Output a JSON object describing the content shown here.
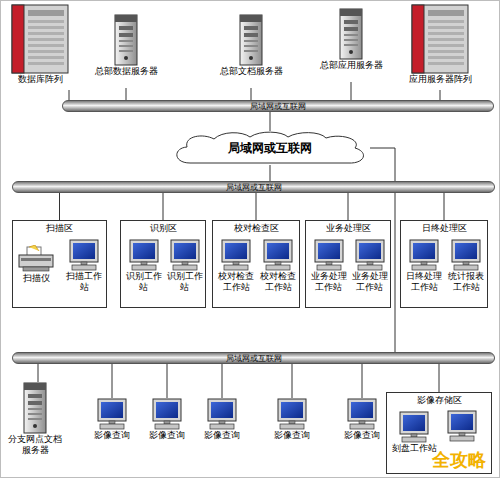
{
  "diagram": {
    "nodes": [
      {
        "text": [
          "数据库阵列"
        ]
      },
      {
        "text": [
          "总部数据服务器"
        ]
      },
      {
        "text": [
          "总部文档服务器"
        ]
      },
      {
        "text": [
          "总部应用服务器"
        ]
      },
      {
        "text": [
          "应用服务器阵列"
        ]
      },
      {
        "text": [
          "局域网或互联网"
        ]
      },
      {
        "text": [
          "局域网或互联网"
        ]
      },
      {
        "text": [
          "局域网或互联网"
        ]
      },
      {
        "text": [
          "扫描区"
        ]
      },
      {
        "text": [
          "扫描仪"
        ],
        "in": 8
      },
      {
        "text": [
          "扫描工作站"
        ],
        "in": 8
      },
      {
        "text": [
          "识别区"
        ]
      },
      {
        "text": [
          "识别工作站"
        ],
        "in": 11
      },
      {
        "text": [
          "识别工作站"
        ],
        "in": 11
      },
      {
        "text": [
          "校对检查区"
        ]
      },
      {
        "text": [
          "校对检查工作站"
        ],
        "in": 14
      },
      {
        "text": [
          "校对检查工作站"
        ],
        "in": 14
      },
      {
        "text": [
          "业务处理区"
        ]
      },
      {
        "text": [
          "业务处理工作站"
        ],
        "in": 17
      },
      {
        "text": [
          "业务处理工作站"
        ],
        "in": 17
      },
      {
        "text": [
          "日终处理区"
        ]
      },
      {
        "text": [
          "日终处理工作站"
        ],
        "in": 20
      },
      {
        "text": [
          "统计报表工作站"
        ],
        "in": 20
      },
      {
        "text": [
          "局域网或互联网"
        ]
      },
      {
        "text": [
          "分支网点文档服务器"
        ]
      },
      {
        "text": [
          "影像查询"
        ]
      },
      {
        "text": [
          "影像查询"
        ]
      },
      {
        "text": [
          "影像查询"
        ]
      },
      {
        "text": [
          "影像查询"
        ]
      },
      {
        "text": [
          "影像查询"
        ]
      },
      {
        "text": [
          "影像存储区"
        ]
      },
      {
        "text": [
          "刻盘工作站"
        ],
        "in": 30
      }
    ],
    "edges": [
      {
        "from": 0,
        "to": 5,
        "arrow": "none"
      },
      {
        "from": 1,
        "to": 5,
        "arrow": "none"
      },
      {
        "from": 2,
        "to": 5,
        "arrow": "none"
      },
      {
        "from": 3,
        "to": 5,
        "arrow": "none"
      },
      {
        "from": 4,
        "to": 5,
        "arrow": "none"
      },
      {
        "from": 5,
        "to": 6,
        "arrow": "none"
      },
      {
        "from": 6,
        "to": 7,
        "arrow": "none"
      },
      {
        "from": 7,
        "to": 8,
        "arrow": "none"
      },
      {
        "from": 7,
        "to": 11,
        "arrow": "none"
      },
      {
        "from": 7,
        "to": 14,
        "arrow": "none"
      },
      {
        "from": 7,
        "to": 17,
        "arrow": "none"
      },
      {
        "from": 7,
        "to": 20,
        "arrow": "none"
      },
      {
        "from": 9,
        "to": 10,
        "arrow": "none"
      },
      {
        "from": 6,
        "to": 23,
        "arrow": "none"
      },
      {
        "from": 23,
        "to": 24,
        "arrow": "none"
      },
      {
        "from": 23,
        "to": 25,
        "arrow": "none"
      },
      {
        "from": 23,
        "to": 26,
        "arrow": "none"
      },
      {
        "from": 23,
        "to": 27,
        "arrow": "none"
      },
      {
        "from": 23,
        "to": 28,
        "arrow": "none"
      },
      {
        "from": 23,
        "to": 29,
        "arrow": "none"
      },
      {
        "from": 23,
        "to": 30,
        "arrow": "none"
      }
    ],
    "labels": [
      "全攻略"
    ]
  }
}
